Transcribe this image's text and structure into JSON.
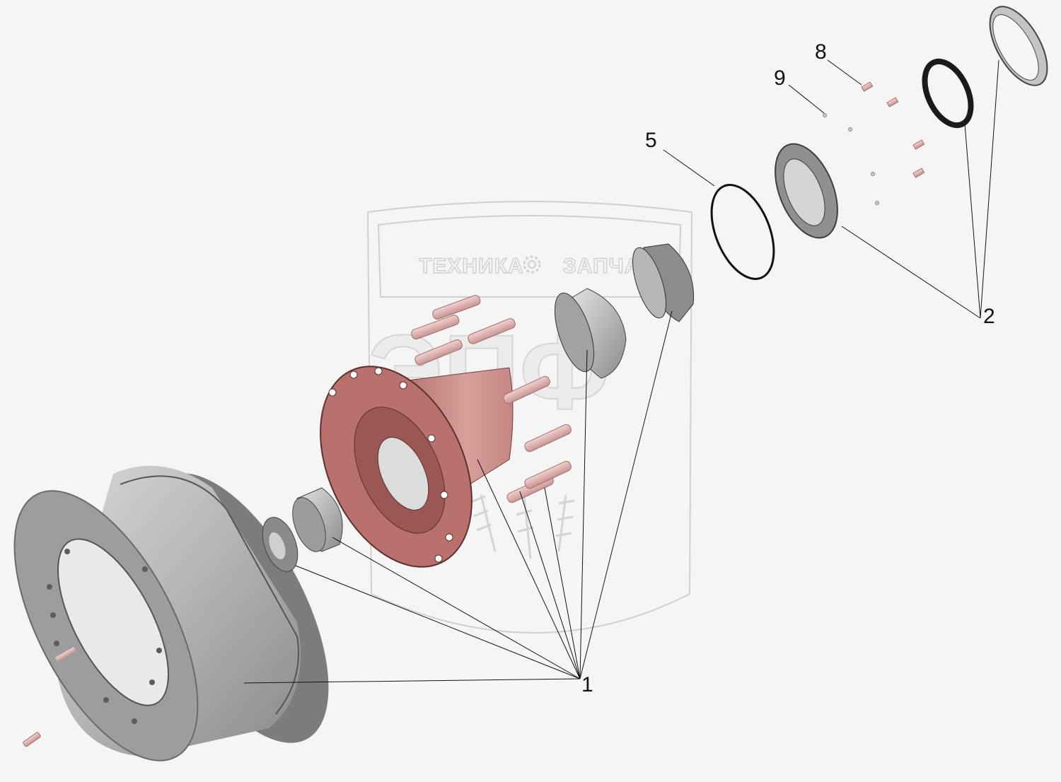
{
  "watermark": {
    "left_text": "ТЕХНИКА",
    "right_text": "ЗАПЧАСТИ",
    "logo_text": "ЭПФ"
  },
  "callouts": [
    {
      "id": "1",
      "label": "1"
    },
    {
      "id": "2",
      "label": "2"
    },
    {
      "id": "5",
      "label": "5"
    },
    {
      "id": "8",
      "label": "8"
    },
    {
      "id": "9",
      "label": "9"
    }
  ],
  "colors": {
    "background": "#f5f5f5",
    "part_grey": "#b8b8b8",
    "part_dark": "#6e6e6e",
    "hub_red": "#c98f8c",
    "bolt_pink": "#e3b5b3"
  }
}
